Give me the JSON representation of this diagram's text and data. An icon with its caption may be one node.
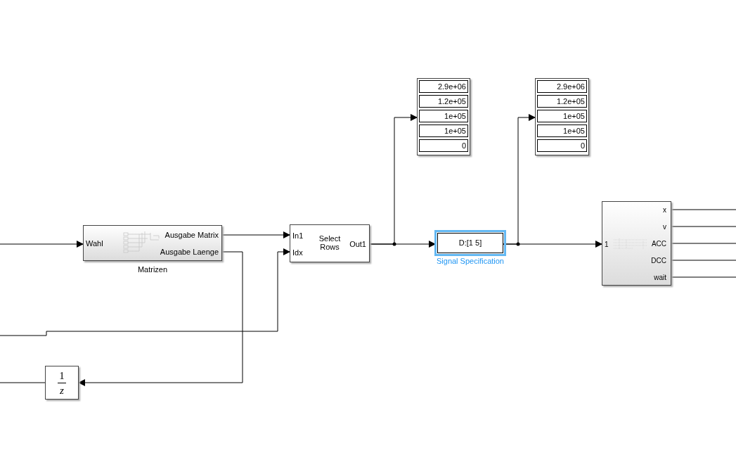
{
  "diagram": {
    "nodes": [
      {
        "text": [
          "Wahl",
          "Ausgabe Matrix",
          "Ausgabe Laenge"
        ],
        "beside": [
          "Matrizen"
        ]
      },
      {
        "text": [
          "In1",
          "Idx",
          "Select Rows",
          "Out1"
        ]
      },
      {
        "text": [
          "2.9e+06",
          "1.2e+05",
          "1e+05",
          "1e+05",
          "0"
        ]
      },
      {
        "text": [
          "D:[1 5]"
        ],
        "beside": [
          "Signal Specification"
        ]
      },
      {
        "text": [
          "2.9e+06",
          "1.2e+05",
          "1e+05",
          "1e+05",
          "0"
        ]
      },
      {
        "text": [
          "1",
          "x",
          "v",
          "ACC",
          "DCC",
          "wait"
        ]
      },
      {
        "text": [
          "1",
          "z"
        ]
      }
    ],
    "edges": [
      {
        "from": null,
        "to": 0,
        "arrow": "to"
      },
      {
        "from": 0,
        "to": 1,
        "arrow": "to"
      },
      {
        "from": 0,
        "to": 6,
        "arrow": "to"
      },
      {
        "from": null,
        "to": 1,
        "arrow": "to"
      },
      {
        "from": 1,
        "to": 2,
        "arrow": "to"
      },
      {
        "from": 1,
        "to": 3,
        "arrow": "to"
      },
      {
        "from": 3,
        "to": 4,
        "arrow": "to"
      },
      {
        "from": 3,
        "to": 5,
        "arrow": "to"
      },
      {
        "from": 5,
        "to": null,
        "arrow": "none"
      },
      {
        "from": 5,
        "to": null,
        "arrow": "none"
      },
      {
        "from": 5,
        "to": null,
        "arrow": "none"
      },
      {
        "from": 5,
        "to": null,
        "arrow": "none"
      },
      {
        "from": 5,
        "to": null,
        "arrow": "none"
      },
      {
        "from": 6,
        "to": null,
        "arrow": "none"
      }
    ]
  }
}
